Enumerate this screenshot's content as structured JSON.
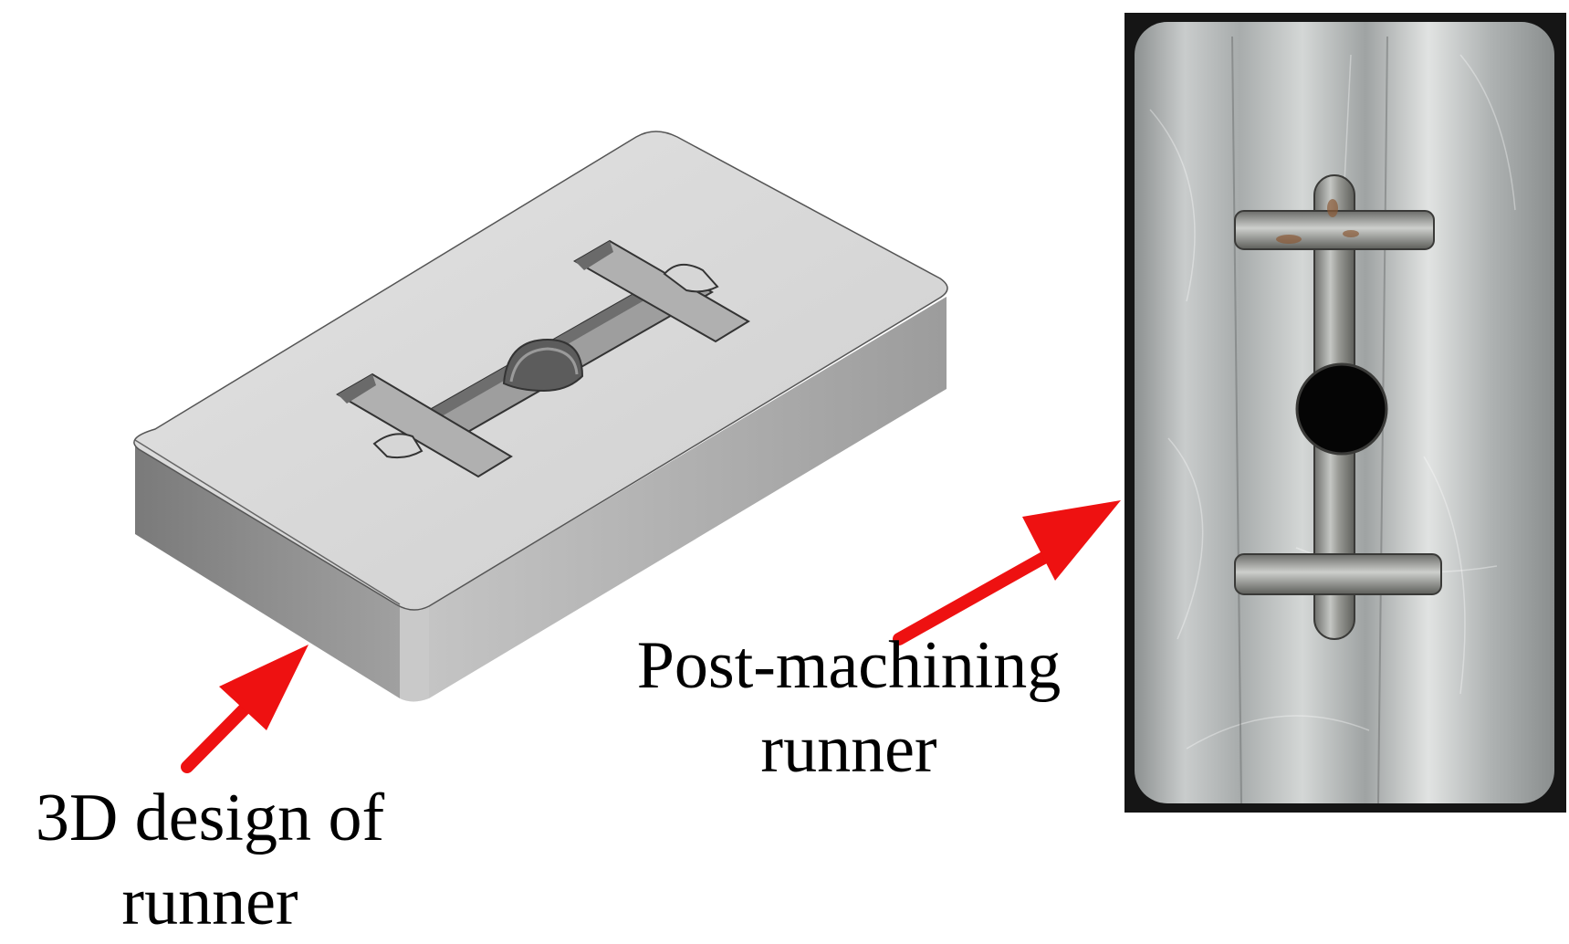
{
  "labels": {
    "design_line1": "3D design of",
    "design_line2": "runner",
    "machined_line1": "Post-machining",
    "machined_line2": "runner"
  },
  "colors": {
    "arrow": "#ee1111",
    "block_top": "#d8d8d8",
    "block_front": "#8a8a8a",
    "block_side": "#b4b4b4",
    "photo_frame": "#151515",
    "metal_base": "#b9bcbc"
  },
  "icons": {
    "arrow_to_model": "red-arrow",
    "arrow_to_photo": "red-arrow"
  }
}
